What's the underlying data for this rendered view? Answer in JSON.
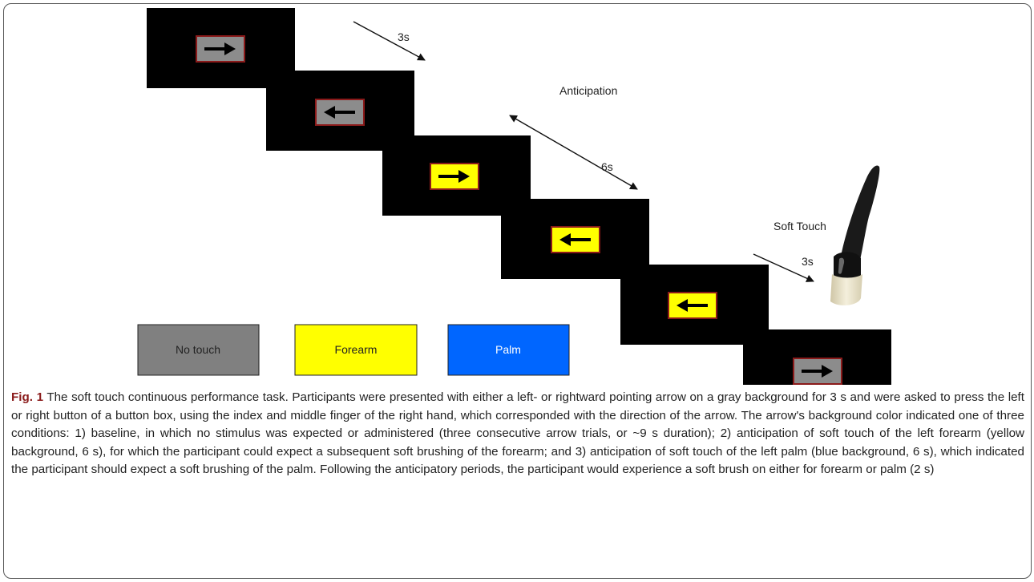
{
  "figure": {
    "timing": {
      "arrow_duration": "3s",
      "anticipation_label": "Anticipation",
      "anticipation_duration": "6s",
      "soft_touch_label": "Soft Touch",
      "soft_touch_duration": "3s"
    },
    "screens": [
      {
        "direction": "right",
        "condition": "no-touch",
        "stim_color": "#8c8c8c"
      },
      {
        "direction": "left",
        "condition": "no-touch",
        "stim_color": "#8c8c8c"
      },
      {
        "direction": "right",
        "condition": "forearm",
        "stim_color": "#ffff00"
      },
      {
        "direction": "left",
        "condition": "forearm",
        "stim_color": "#ffff00"
      },
      {
        "direction": "left",
        "condition": "forearm",
        "stim_color": "#ffff00"
      },
      {
        "direction": "right",
        "condition": "no-touch",
        "stim_color": "#8c8c8c"
      }
    ],
    "legend": [
      {
        "label": "No touch",
        "color": "#808080",
        "text_color": "#222222"
      },
      {
        "label": "Forearm",
        "color": "#ffff00",
        "text_color": "#222222"
      },
      {
        "label": "Palm",
        "color": "#0066ff",
        "text_color": "#ffffff"
      }
    ],
    "brush_icon": "soft-brush-icon"
  },
  "caption": {
    "label": "Fig. 1",
    "text": " The soft touch continuous performance task. Participants were presented with either a left- or rightward pointing arrow on a gray background for 3 s and were asked to press the left or right button of a button box, using the index and middle finger of the right hand, which corresponded with the direction of the arrow. The arrow's background color indicated one of three conditions: 1) baseline, in which no stimulus was expected or administered (three consecutive arrow trials, or ~9 s duration); 2) anticipation of soft touch of the left forearm (yellow background, 6 s), for which the participant could expect a subsequent soft brushing of the forearm; and 3) anticipation of soft touch of the left palm (blue background, 6 s), which indicated the participant should expect a soft brushing of the palm. Following the anticipatory periods, the participant would experience a soft brush on either for forearm or palm (2 s)"
  }
}
